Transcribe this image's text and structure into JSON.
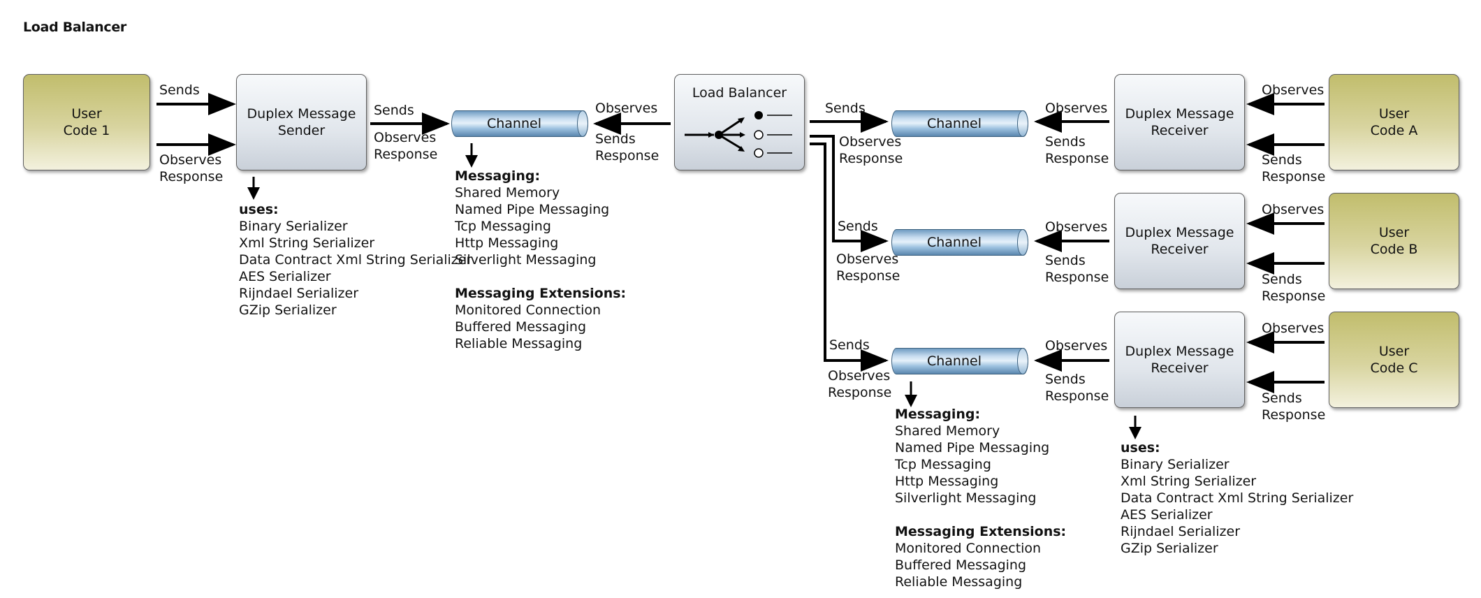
{
  "title": "Load Balancer",
  "user_codes": {
    "code1": [
      "User",
      "Code 1"
    ],
    "codeA": [
      "User",
      "Code A"
    ],
    "codeB": [
      "User",
      "Code B"
    ],
    "codeC": [
      "User",
      "Code C"
    ]
  },
  "sender": [
    "Duplex Message",
    "Sender"
  ],
  "receiver": [
    "Duplex Message",
    "Receiver"
  ],
  "channel_label": "Channel",
  "load_balancer_label": "Load Balancer",
  "edges": {
    "sends": "Sends",
    "observes": "Observes",
    "response": "Response"
  },
  "serializer_list": {
    "heading": "uses:",
    "items": [
      "Binary Serializer",
      "Xml String Serializer",
      "Data Contract Xml String Serializer",
      "AES Serializer",
      "Rijndael Serializer",
      "GZip Serializer"
    ]
  },
  "messaging_list": {
    "heading": "Messaging:",
    "items": [
      "Shared Memory",
      "Named Pipe Messaging",
      "Tcp Messaging",
      "Http Messaging",
      "Silverlight Messaging"
    ],
    "extensions_heading": "Messaging Extensions:",
    "extensions": [
      "Monitored Connection",
      "Buffered Messaging",
      "Reliable Messaging"
    ]
  },
  "colors": {
    "user_box": "#c1bd6c",
    "component_box": "#e1e6ec",
    "channel": "#6f9bc1",
    "arrow": "#000000"
  }
}
